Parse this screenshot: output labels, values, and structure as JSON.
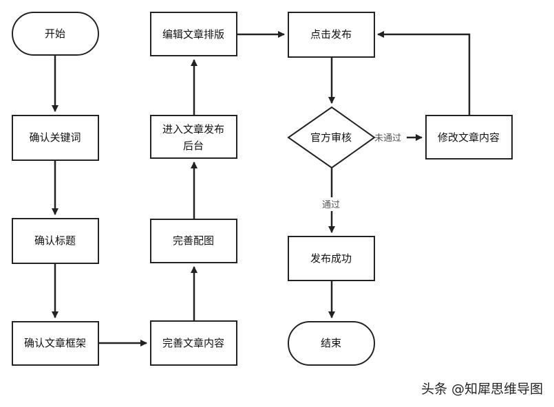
{
  "nodes": {
    "start": "开始",
    "confirm_keywords": "确认关键词",
    "confirm_title": "确认标题",
    "confirm_framework": "确认文章框架",
    "improve_content": "完善文章内容",
    "improve_images": "完善配图",
    "enter_backend_line1": "进入文章发布",
    "enter_backend_line2": "后台",
    "edit_layout": "编辑文章排版",
    "click_publish": "点击发布",
    "official_review": "官方审核",
    "modify_content": "修改文章内容",
    "publish_success": "发布成功",
    "end": "结束"
  },
  "edges": {
    "not_passed": "未通过",
    "passed": "通过"
  },
  "watermark": "头条 @知犀思维导图"
}
